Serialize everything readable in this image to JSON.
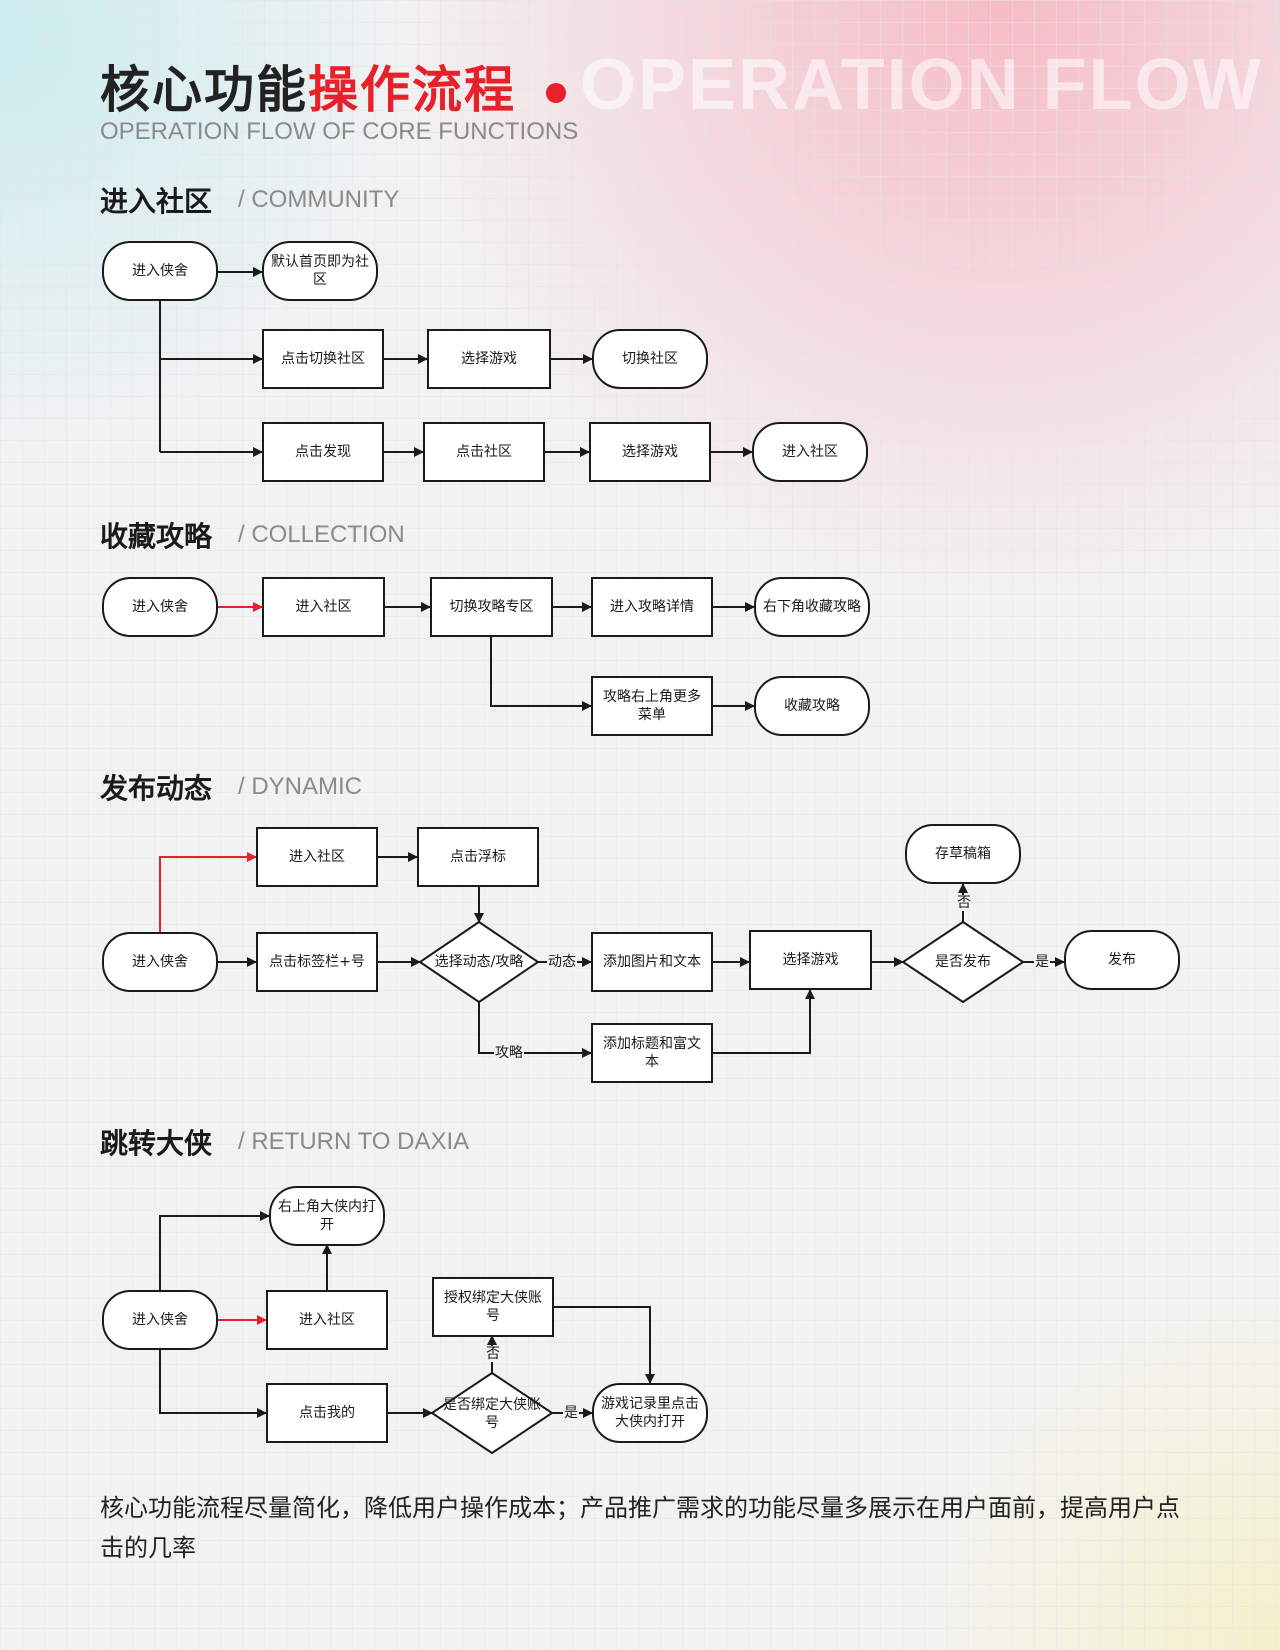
{
  "header": {
    "title_black": "核心功能",
    "title_red": "操作流程",
    "watermark": "OPERATION FLOW",
    "subtitle": "OPERATION FLOW OF CORE FUNCTIONS",
    "accent_color": "#e8202a"
  },
  "sections": {
    "community": {
      "zh": "进入社区",
      "en": "/  COMMUNITY"
    },
    "collection": {
      "zh": "收藏攻略",
      "en": "/  COLLECTION"
    },
    "dynamic": {
      "zh": "发布动态",
      "en": "/  DYNAMIC"
    },
    "daxia": {
      "zh": "跳转大侠",
      "en": "/  RETURN TO DAXIA"
    }
  },
  "nodes": {
    "c_start": "进入侠舍",
    "c_default": "默认首页即为社区",
    "c_click_switch": "点击切换社区",
    "c_select_game1": "选择游戏",
    "c_switch": "切换社区",
    "c_click_discover": "点击发现",
    "c_click_community": "点击社区",
    "c_select_game2": "选择游戏",
    "c_enter": "进入社区",
    "k_start": "进入侠舍",
    "k_enter": "进入社区",
    "k_switch": "切换攻略专区",
    "k_detail": "进入攻略详情",
    "k_corner": "右下角收藏攻略",
    "k_menu": "攻略右上角更多菜单",
    "k_save": "收藏攻略",
    "d_start": "进入侠舍",
    "d_enter": "进入社区",
    "d_float": "点击浮标",
    "d_tab": "点击标签栏+号",
    "d_choose": "选择动态/攻略",
    "d_addimg": "添加图片和文本",
    "d_addtitle": "添加标题和富文本",
    "d_game": "选择游戏",
    "d_publish_q": "是否发布",
    "d_draft": "存草稿箱",
    "d_publish": "发布",
    "x_start": "进入侠舍",
    "x_topright": "右上角大侠内打开",
    "x_enter": "进入社区",
    "x_mine": "点击我的",
    "x_bound_q": "是否绑定大侠账号",
    "x_auth": "授权绑定大侠账号",
    "x_record": "游戏记录里点击大侠内打开"
  },
  "edge_labels": {
    "dynamic": "动态",
    "guide": "攻略",
    "no1": "否",
    "yes1": "是",
    "no2": "否",
    "yes2": "是"
  },
  "summary": "核心功能流程尽量简化，降低用户操作成本；产品推广需求的功能尽量多展示在用户面前，提高用户点击的几率"
}
